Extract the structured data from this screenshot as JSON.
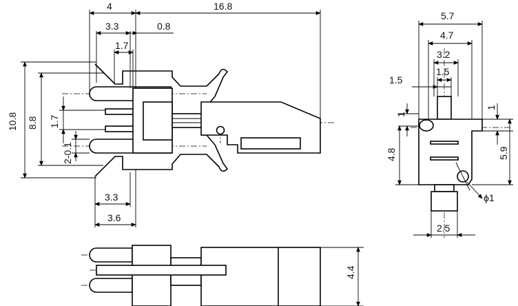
{
  "dimensions": {
    "side_view": {
      "top_4": "4",
      "top_16_8": "16.8",
      "top_3_3": "3.3",
      "top_0_8": "0.8",
      "top_1_7": "1.7",
      "left_10_8": "10.8",
      "left_8_8": "8.8",
      "left_1_7": "1.7",
      "left_2_0_1": "2-0.1",
      "bottom_3_3": "3.3",
      "bottom_3_6": "3.6"
    },
    "front_view": {
      "top_5_7": "5.7",
      "top_4_7": "4.7",
      "top_3_2": "3.2",
      "top_1_5_left": "1.5",
      "top_1_5_mid": "1.5",
      "left_1": "1",
      "left_4_8": "4.8",
      "right_1": "1",
      "right_5_9": "5.9",
      "phi_1": "ϕ1",
      "bottom_2_5": "2.5"
    },
    "top_view": {
      "right_4_4": "4.4"
    }
  }
}
